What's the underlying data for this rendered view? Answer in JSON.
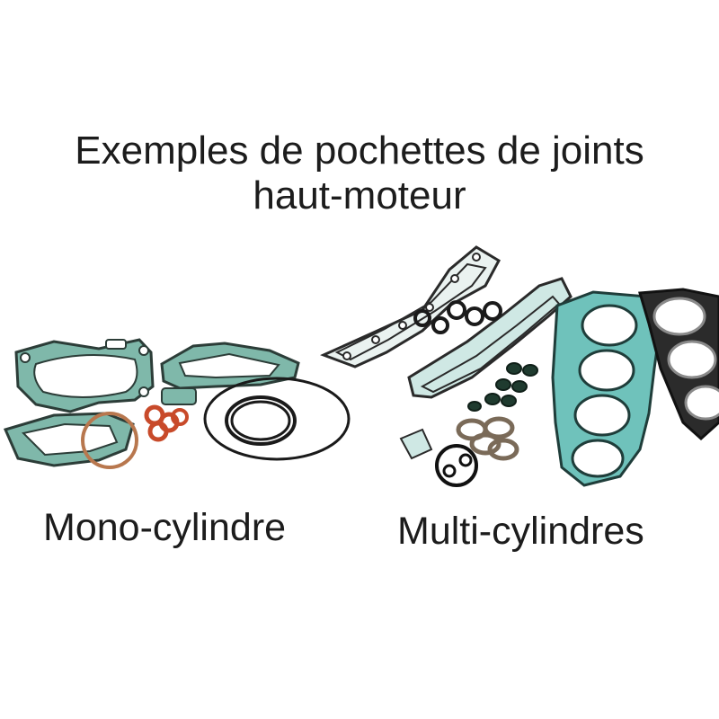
{
  "title": {
    "line1": "Exemples de pochettes de joints",
    "line2": "haut-moteur"
  },
  "labels": {
    "mono": "Mono-cylindre",
    "multi": "Multi-cylindres"
  },
  "colors": {
    "background": "#ffffff",
    "text": "#1c1c1c",
    "gasket_green": "#5fa89e",
    "gasket_teal": "#6fc2bb",
    "gasket_dark": "#2a2a2a",
    "oring_red": "#c84a2a",
    "copper": "#b8774e"
  }
}
